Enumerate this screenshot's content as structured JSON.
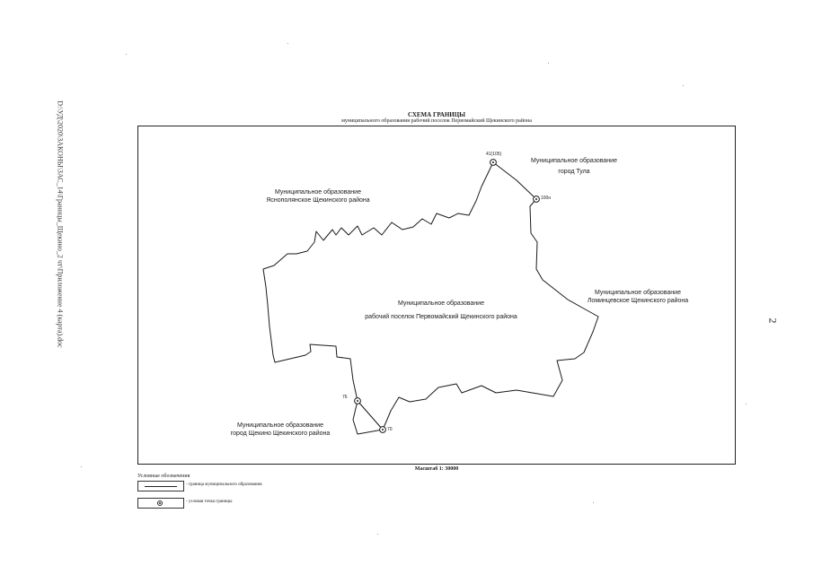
{
  "document": {
    "side_path": "D:\\УД\\2020\\ЗАКОНЫ\\ЗАС_14\\Границы_Щекино_2 чт\\Приложение 4 (карта).doc",
    "page_number": "2"
  },
  "map": {
    "title": "СХЕМА ГРАНИЦЫ",
    "subtitle": "муниципального образования рабочий поселок Первомайский Щекинского района",
    "regions": {
      "center_1": "Муниципальное образование",
      "center_2": "рабочий поселок Первомайский Щекинского района",
      "yasnopolyanskoe_1": "Муниципальное образование",
      "yasnopolyanskoe_2": "Яснополянское Щекинского района",
      "tula_1": "Муниципальное образование",
      "tula_2": "город Тула",
      "lomintsevskoe_1": "Муниципальное образование",
      "lomintsevskoe_2": "Ломинцевское Щекинского района",
      "shchekino_1": "Муниципальное образование",
      "shchekino_2": "город Щекино Щекинского района"
    },
    "points": {
      "p41": "41(105)",
      "p100": "100н",
      "p76": "76",
      "p70": "70"
    },
    "scale": "Масштаб 1: 30000"
  },
  "legend": {
    "title": "Условные обозначения",
    "boundary": "- граница муниципального образования",
    "turning_point": "- узловая точка границы"
  }
}
